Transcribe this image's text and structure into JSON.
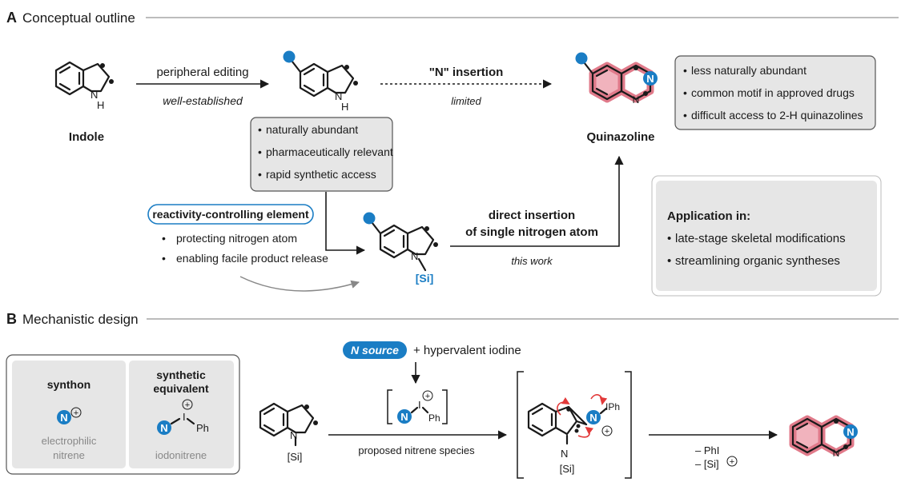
{
  "sectionA": {
    "letter": "A",
    "title": "Conceptual outline",
    "indole_label": "Indole",
    "indole_nh": "N",
    "indole_h": "H",
    "arrow1_top": "peripheral editing",
    "arrow1_bottom": "well-established",
    "arrow2_top": "\"N\" insertion",
    "arrow2_bottom": "limited",
    "indole_box": [
      "naturally abundant",
      "pharmaceutically relevant",
      "rapid synthetic access"
    ],
    "quinazoline_label": "Quinazoline",
    "quinazoline_box": [
      "less naturally abundant",
      "common motif in approved drugs",
      "difficult access to 2-H quinazolines"
    ],
    "rce_label": "reactivity-controlling element",
    "rce_items": [
      "protecting nitrogen atom",
      "enabling facile product release"
    ],
    "si_label": "[Si]",
    "direct_line1": "direct insertion",
    "direct_line2": "of single nitrogen atom",
    "this_work": "this work",
    "application_title": "Application in:",
    "application_items": [
      "late-stage skeletal modifications",
      "streamlining organic syntheses"
    ]
  },
  "sectionB": {
    "letter": "B",
    "title": "Mechanistic design",
    "synthon_title": "synthon",
    "synthon_sub1": "electrophilic",
    "synthon_sub2": "nitrene",
    "equiv_title1": "synthetic",
    "equiv_title2": "equivalent",
    "equiv_sub": "iodonitrene",
    "n_letter": "N",
    "i_letter": "I",
    "ph_label": "Ph",
    "iph_label": "IPh",
    "plus": "+",
    "n_source": "N source",
    "hypervalent": "+ hypervalent iodine",
    "proposed": "proposed nitrene species",
    "si_label": "[Si]",
    "phi_label": "– PhI",
    "si_minus_label": "– [Si]"
  },
  "colors": {
    "blue": "#1a7dc4",
    "pink": "#e07a8a",
    "box_gray": "#e6e6e6",
    "text": "#1a1a1a"
  }
}
